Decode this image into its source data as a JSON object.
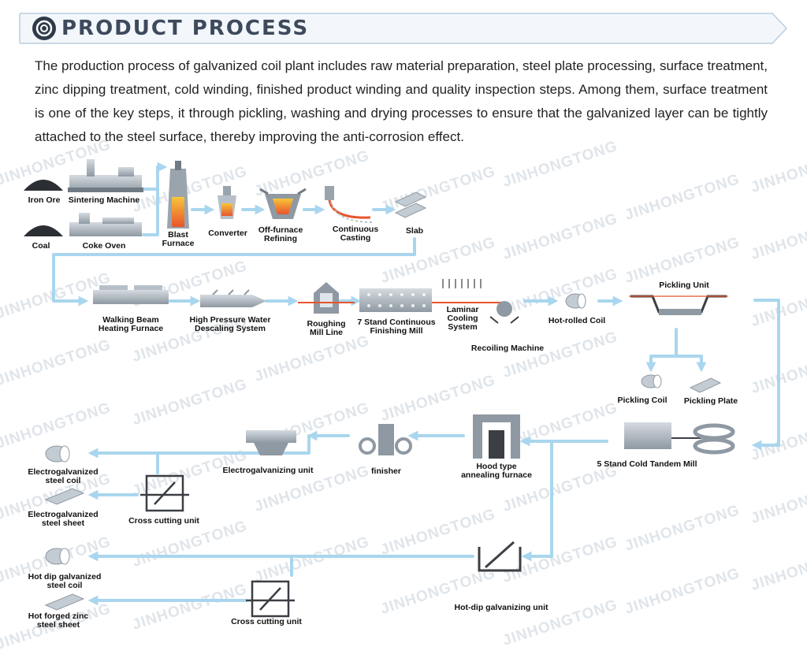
{
  "header": {
    "title": "PRODUCT PROCESS"
  },
  "intro": "The production process of galvanized coil plant includes raw material preparation, steel plate processing, surface treatment, zinc dipping treatment, cold winding, finished product winding and quality inspection steps. Among them, surface treatment is one of the key steps, it through pickling, washing and drying processes to ensure that the galvanized layer can be tightly attached to the steel surface, thereby improving the anti-corrosion effect.",
  "watermark": "JINHONGTONG",
  "steps": {
    "iron_ore": "Iron Ore",
    "sintering": "Sintering Machine",
    "coal": "Coal",
    "coke_oven": "Coke Oven",
    "blast_1": "Blast",
    "blast_2": "Furnace",
    "converter": "Converter",
    "offf_1": "Off-furnace",
    "offf_2": "Refining",
    "cc_1": "Continuous",
    "cc_2": "Casting",
    "slab": "Slab",
    "wb_1": "Walking Beam",
    "wb_2": "Heating Furnace",
    "hp_1": "High Pressure Water",
    "hp_2": "Descaling System",
    "rm_1": "Roughing",
    "rm_2": "Mill Line",
    "fm_1": "7 Stand Continuous",
    "fm_2": "Finishing Mill",
    "lc_1": "Laminar",
    "lc_2": "Cooling",
    "lc_3": "System",
    "recoiling": "Recoiling Machine",
    "hot_rolled": "Hot-rolled Coil",
    "pickling_unit": "Pickling Unit",
    "pickling_coil": "Pickling Coil",
    "pickling_plate": "Pickling Plate",
    "cold_tandem": "5 Stand Cold Tandem Mill",
    "hood_1": "Hood type",
    "hood_2": "annealing furnace",
    "finisher": "finisher",
    "electrogalv_unit": "Electrogalvanizing unit",
    "egc_1": "Electrogalvanized",
    "egc_2": "steel coil",
    "egs_1": "Electrogalvanized",
    "egs_2": "steel sheet",
    "cross_1": "Cross cutting unit",
    "hdg_unit": "Hot-dip galvanizing unit",
    "hdc_1": "Hot dip galvanized",
    "hdc_2": "steel coil",
    "hfz_1": "Hot forged zinc",
    "hfz_2": "steel sheet",
    "cross_2": "Cross cutting unit"
  },
  "colors": {
    "flow": "#a9d6ee",
    "equipment": "#8f99a3",
    "dark": "#3b3f44",
    "accent": "#e8542c"
  }
}
